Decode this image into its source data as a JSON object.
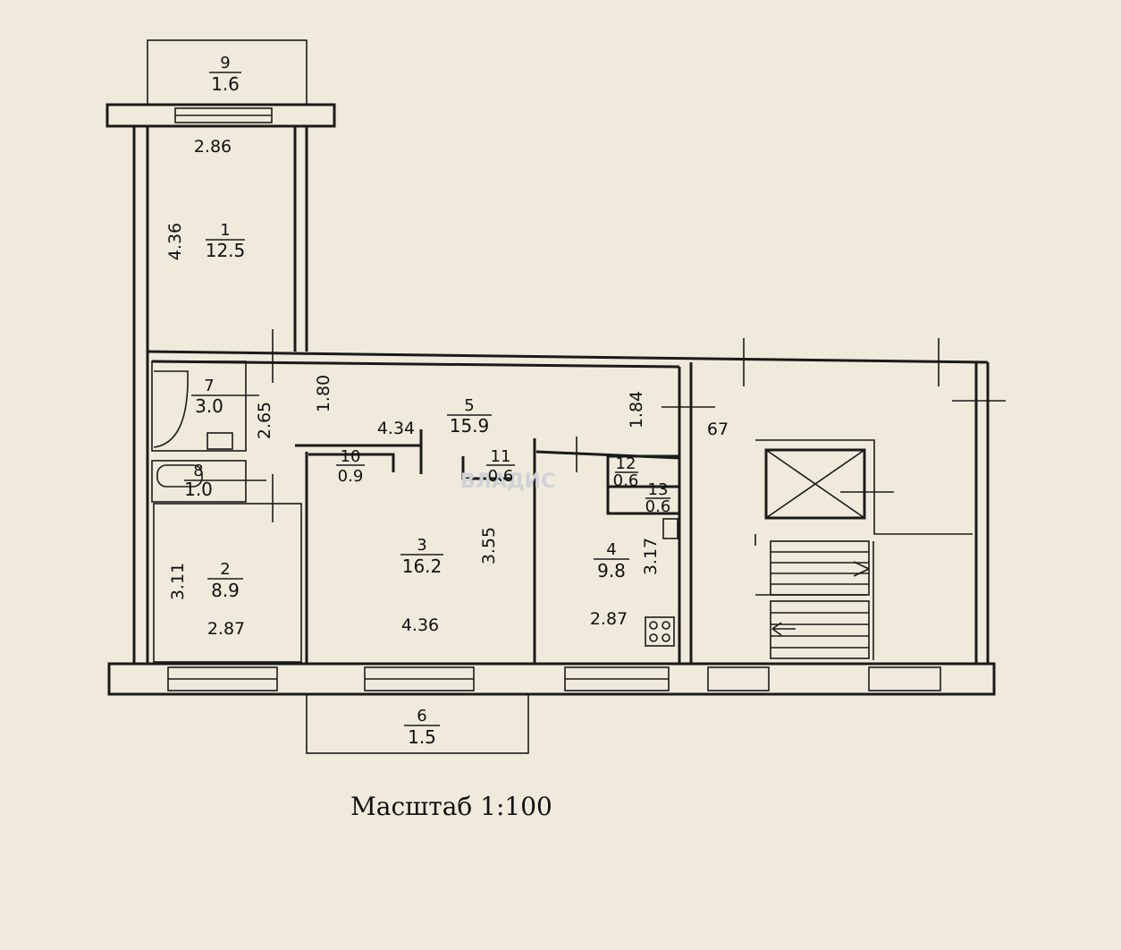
{
  "scale_label": "Масштаб 1:100",
  "watermark": "ВЛАДИС",
  "rooms": [
    {
      "id": "1",
      "area": "12.5"
    },
    {
      "id": "2",
      "area": "8.9"
    },
    {
      "id": "3",
      "area": "16.2"
    },
    {
      "id": "4",
      "area": "9.8"
    },
    {
      "id": "5",
      "area": "15.9"
    },
    {
      "id": "6",
      "area": "1.5"
    },
    {
      "id": "7",
      "area": "3.0"
    },
    {
      "id": "8",
      "area": "1.0"
    },
    {
      "id": "9",
      "area": "1.6"
    },
    {
      "id": "10",
      "area": "0.9"
    },
    {
      "id": "11",
      "area": "0.6"
    },
    {
      "id": "12",
      "area": "0.6"
    },
    {
      "id": "13",
      "area": "0.6"
    }
  ],
  "dimensions": {
    "r1_width": "2.86",
    "r1_length": "4.36",
    "hall_depth": "1.80",
    "bath_length": "2.65",
    "corridor_length": "4.34",
    "kitchen_depth": "1.84",
    "partial": "67",
    "r2_length": "3.11",
    "r2_width": "2.87",
    "r3_length": "3.55",
    "r3_width": "4.36",
    "r4_length": "3.17",
    "r4_width": "2.87"
  }
}
